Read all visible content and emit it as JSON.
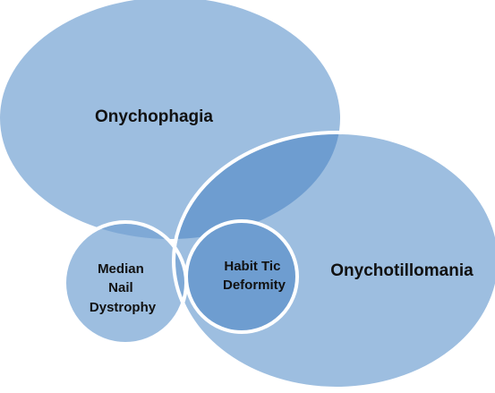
{
  "diagram": {
    "type": "venn",
    "colors": {
      "fill": "#9dbee0",
      "overlap": "#6e9dd0",
      "overlap_deep": "#5b8fc8",
      "outline": "#ffffff",
      "text": "#111111"
    },
    "sets": [
      {
        "id": "onychophagia",
        "label": "Onychophagia"
      },
      {
        "id": "onychotillomania",
        "label": "Onychotillomania"
      },
      {
        "id": "median-nail-dystrophy",
        "label_lines": [
          "Median",
          "Nail",
          "Dystrophy"
        ]
      },
      {
        "id": "habit-tic-deformity",
        "label_lines": [
          "Habit Tic",
          "Deformity"
        ]
      }
    ]
  }
}
